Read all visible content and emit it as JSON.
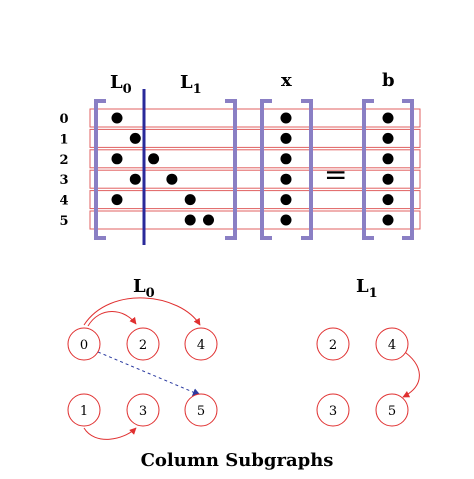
{
  "matrix": {
    "labels": {
      "l0_main": "L",
      "l0_sub": "0",
      "l1_main": "L",
      "l1_sub": "1",
      "x": "x",
      "b": "b",
      "eq": "="
    },
    "row_labels": [
      "0",
      "1",
      "2",
      "3",
      "4",
      "5"
    ],
    "nonzeros": [
      {
        "row": 0,
        "col": 0
      },
      {
        "row": 1,
        "col": 1
      },
      {
        "row": 2,
        "col": 0
      },
      {
        "row": 2,
        "col": 2
      },
      {
        "row": 3,
        "col": 1
      },
      {
        "row": 3,
        "col": 3
      },
      {
        "row": 4,
        "col": 0
      },
      {
        "row": 4,
        "col": 4
      },
      {
        "row": 5,
        "col": 4
      },
      {
        "row": 5,
        "col": 5
      }
    ],
    "x_rows": [
      0,
      1,
      2,
      3,
      4,
      5
    ],
    "b_rows": [
      0,
      1,
      2,
      3,
      4,
      5
    ]
  },
  "graphs": {
    "l0_title_main": "L",
    "l0_title_sub": "0",
    "l1_title_main": "L",
    "l1_title_sub": "1",
    "l0_nodes": [
      "0",
      "2",
      "4",
      "1",
      "3",
      "5"
    ],
    "l1_nodes": [
      "2",
      "4",
      "3",
      "5"
    ],
    "caption": "Column Subgraphs"
  },
  "colors": {
    "bracket": "#8a7fc4",
    "divider": "#2a2a9a",
    "row_band": "#e06060",
    "node": "#e03030",
    "edge": "#e03030",
    "dashed_edge": "#2a3aa0"
  }
}
